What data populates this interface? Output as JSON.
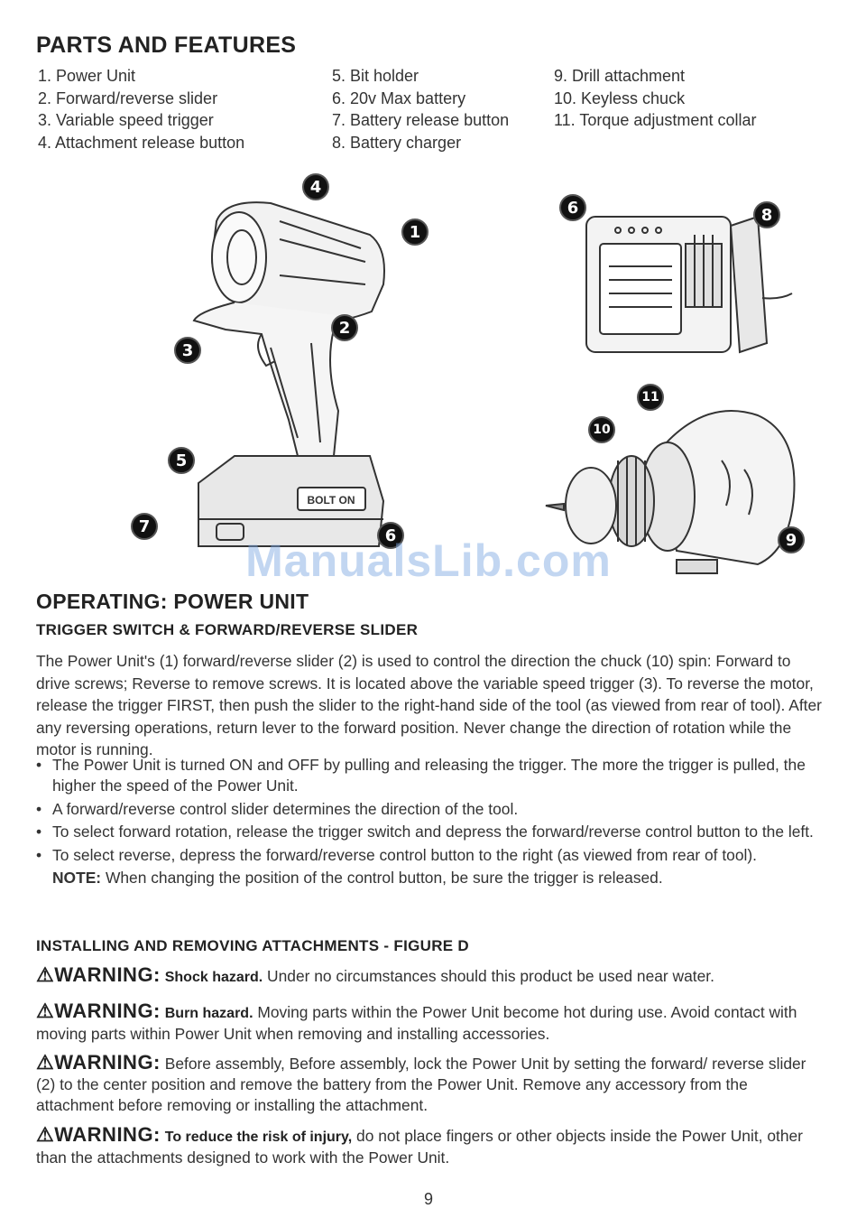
{
  "parts_features": {
    "title": "PARTS AND FEATURES",
    "col1": [
      "1. Power Unit",
      "2. Forward/reverse slider",
      "3. Variable speed trigger",
      "4. Attachment release button"
    ],
    "col2": [
      "5. Bit holder",
      "6. 20v Max battery",
      "7. Battery release button",
      "8. Battery charger"
    ],
    "col3": [
      "9. Drill attachment",
      "10. Keyless chuck",
      "11. Torque adjustment collar"
    ]
  },
  "figure": {
    "callouts": [
      "4",
      "1",
      "2",
      "3",
      "5",
      "7",
      "6",
      "6",
      "8",
      "11",
      "10",
      "9"
    ],
    "brand_label": "BOLT ON"
  },
  "watermark": "ManualsLib.com",
  "operating": {
    "title": "OPERATING: POWER UNIT",
    "subtitle": "TRIGGER SWITCH & FORWARD/REVERSE SLIDER",
    "paragraph": "The Power Unit's (1) forward/reverse slider (2) is used to control the direction the chuck (10) spin: Forward to drive screws; Reverse to remove screws. It is located above the variable speed trigger (3). To reverse the motor, release the trigger FIRST, then push the slider to the right-hand side of the tool (as viewed from rear of tool). After any reversing operations, return lever to the forward position. Never change the direction of rotation while the motor is running.",
    "bullets": [
      "The Power Unit is turned ON and OFF by pulling and releasing the trigger. The more the trigger is pulled, the higher the speed of the Power Unit.",
      "A forward/reverse control slider determines the direction of the tool.",
      "To select forward rotation, release the trigger switch and depress the forward/reverse control button to the left.",
      "To select reverse, depress the forward/reverse control button to the right (as viewed from rear of tool)."
    ],
    "note_label": "NOTE:",
    "note_text": " When changing the position of the control button, be sure the trigger is released."
  },
  "attachments": {
    "title": "INSTALLING AND REMOVING ATTACHMENTS - FIGURE D",
    "warnings": [
      {
        "label": "WARNING:",
        "hazard": "Shock hazard.",
        "text": " Under no circumstances should this product be used near water."
      },
      {
        "label": "WARNING:",
        "hazard": "Burn hazard.",
        "text": " Moving parts within the Power Unit become hot during use. Avoid contact with moving parts within Power Unit when removing and installing accessories."
      },
      {
        "label": "WARNING:",
        "hazard": "",
        "text": "Before assembly, Before assembly, lock the Power Unit by setting the forward/ reverse slider (2) to the center position and remove the battery from the Power Unit. Remove any accessory from the attachment before removing or installing the attachment."
      },
      {
        "label": "WARNING:",
        "hazard": "To reduce the risk of injury,",
        "text": " do not place fingers or other objects inside the Power Unit, other than the attachments designed to work with the Power Unit."
      }
    ]
  },
  "page_number": "9"
}
